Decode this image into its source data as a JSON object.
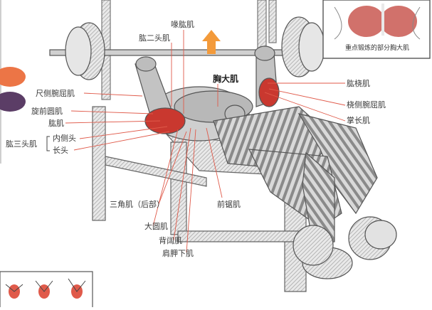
{
  "labels": {
    "coracobrachialis": "喙肱肌",
    "biceps": "肱二头肌",
    "pectoralis_major": "胸大肌",
    "brachioradialis": "肱桡肌",
    "flexor_carpi_radialis": "桡侧腕屈肌",
    "palmaris_longus": "掌长肌",
    "flexor_carpi_ulnaris": "尺侧腕屈肌",
    "pronator_teres": "旋前圆肌",
    "brachialis": "肱肌",
    "triceps": "肱三头肌",
    "medial_head": "内侧头",
    "long_head": "长头",
    "deltoid_posterior": "三角肌（后部）",
    "serratus_anterior": "前锯肌",
    "teres_major": "大圆肌",
    "latissimus_dorsi": "背阔肌",
    "subscapularis": "肩胛下肌"
  },
  "inset": {
    "caption": "重点锻炼的部分胸大肌"
  },
  "colors": {
    "leader_line": "#e05a4a",
    "arrow": "#f39a3a",
    "dot_orange": "#ec7546",
    "dot_purple": "#5b3d66",
    "muscle_red": "#c9382f",
    "pencil": "#6a6a6a"
  }
}
